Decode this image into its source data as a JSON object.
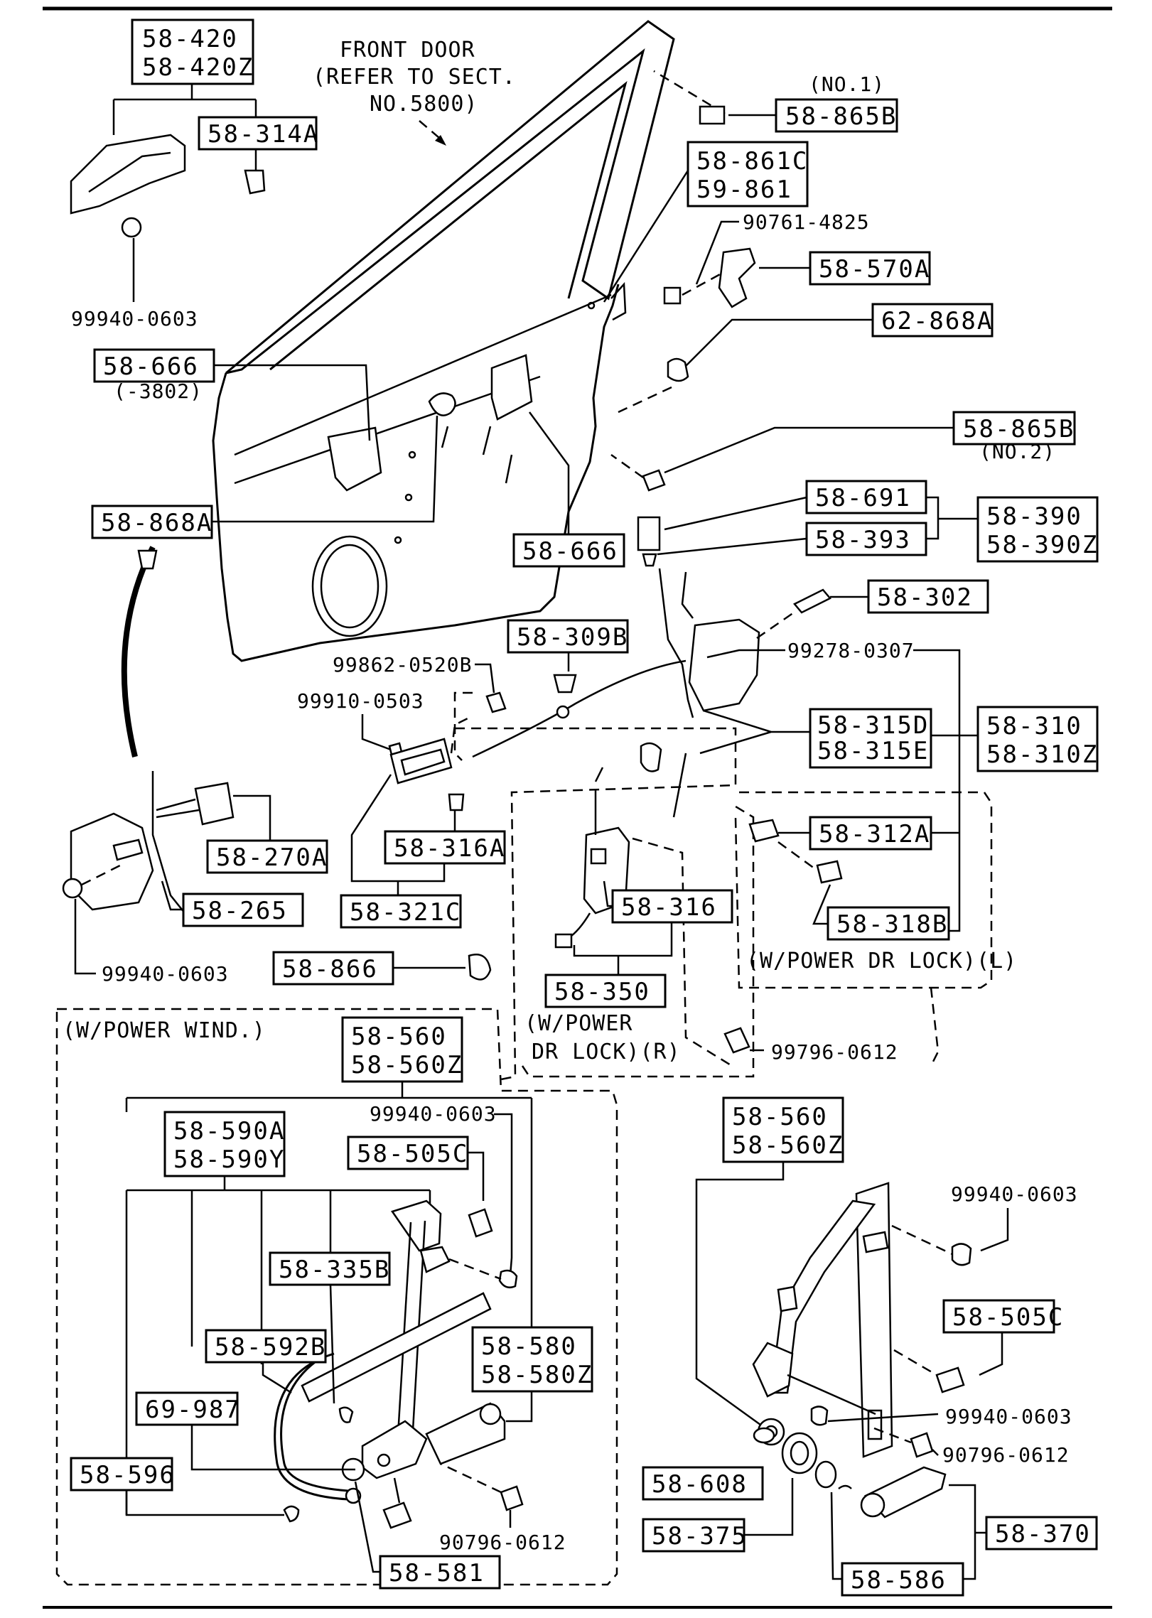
{
  "diagram": {
    "front_door_note": [
      "FRONT DOOR",
      "(REFER TO SECT.",
      "NO.5800)"
    ],
    "labels": {
      "l58420": [
        "58-420",
        "58-420Z"
      ],
      "l58314A": "58-314A",
      "l99940_top": "99940-0603",
      "l58865B_1": "58-865B",
      "no1": "(NO.1)",
      "l58861C": [
        "58-861C",
        "59-861"
      ],
      "l90761": "90761-4825",
      "l58570A": "58-570A",
      "l62868A": "62-868A",
      "l58666_a": "58-666",
      "l3802": "(-3802)",
      "l58865B_2": "58-865B",
      "no2": "(NO.2)",
      "l58868A": "58-868A",
      "l58666_b": "58-666",
      "l58691": "58-691",
      "l58393": "58-393",
      "l58390": [
        "58-390",
        "58-390Z"
      ],
      "l58302": "58-302",
      "l58309B": "58-309B",
      "l99862": "99862-0520B",
      "l99278": "99278-0307",
      "l99910": "99910-0503",
      "l58315D": [
        "58-315D",
        "58-315E"
      ],
      "l58310": [
        "58-310",
        "58-310Z"
      ],
      "l58270A": "58-270A",
      "l58316A": "58-316A",
      "l58312A": "58-312A",
      "l58316": "58-316",
      "l58265": "58-265",
      "l58321C": "58-321C",
      "l58318B": "58-318B",
      "l99940_left": "99940-0603",
      "l58866": "58-866",
      "power_lock_l": "(W/POWER DR LOCK)(L)",
      "l58350": "58-350",
      "power_lock_r": [
        "(W/POWER",
        "DR LOCK)(R)"
      ],
      "l99796": "99796-0612",
      "power_wind": "(W/POWER WIND.)",
      "l58560_a": [
        "58-560",
        "58-560Z"
      ],
      "l99940_mid": "99940-0603",
      "l58590A": [
        "58-590A",
        "58-590Y"
      ],
      "l58505C_a": "58-505C",
      "l58335B": "58-335B",
      "l58592B": "58-592B",
      "l58580": [
        "58-580",
        "58-580Z"
      ],
      "l69987": "69-987",
      "l58596": "58-596",
      "l90796_a": "90796-0612",
      "l58581": "58-581",
      "l58560_b": [
        "58-560",
        "58-560Z"
      ],
      "l99940_r1": "99940-0603",
      "l58505C_b": "58-505C",
      "l99940_r2": "99940-0603",
      "l90796_b": "90796-0612",
      "l58608": "58-608",
      "l58375": "58-375",
      "l58370": "58-370",
      "l58586": "58-586"
    }
  }
}
